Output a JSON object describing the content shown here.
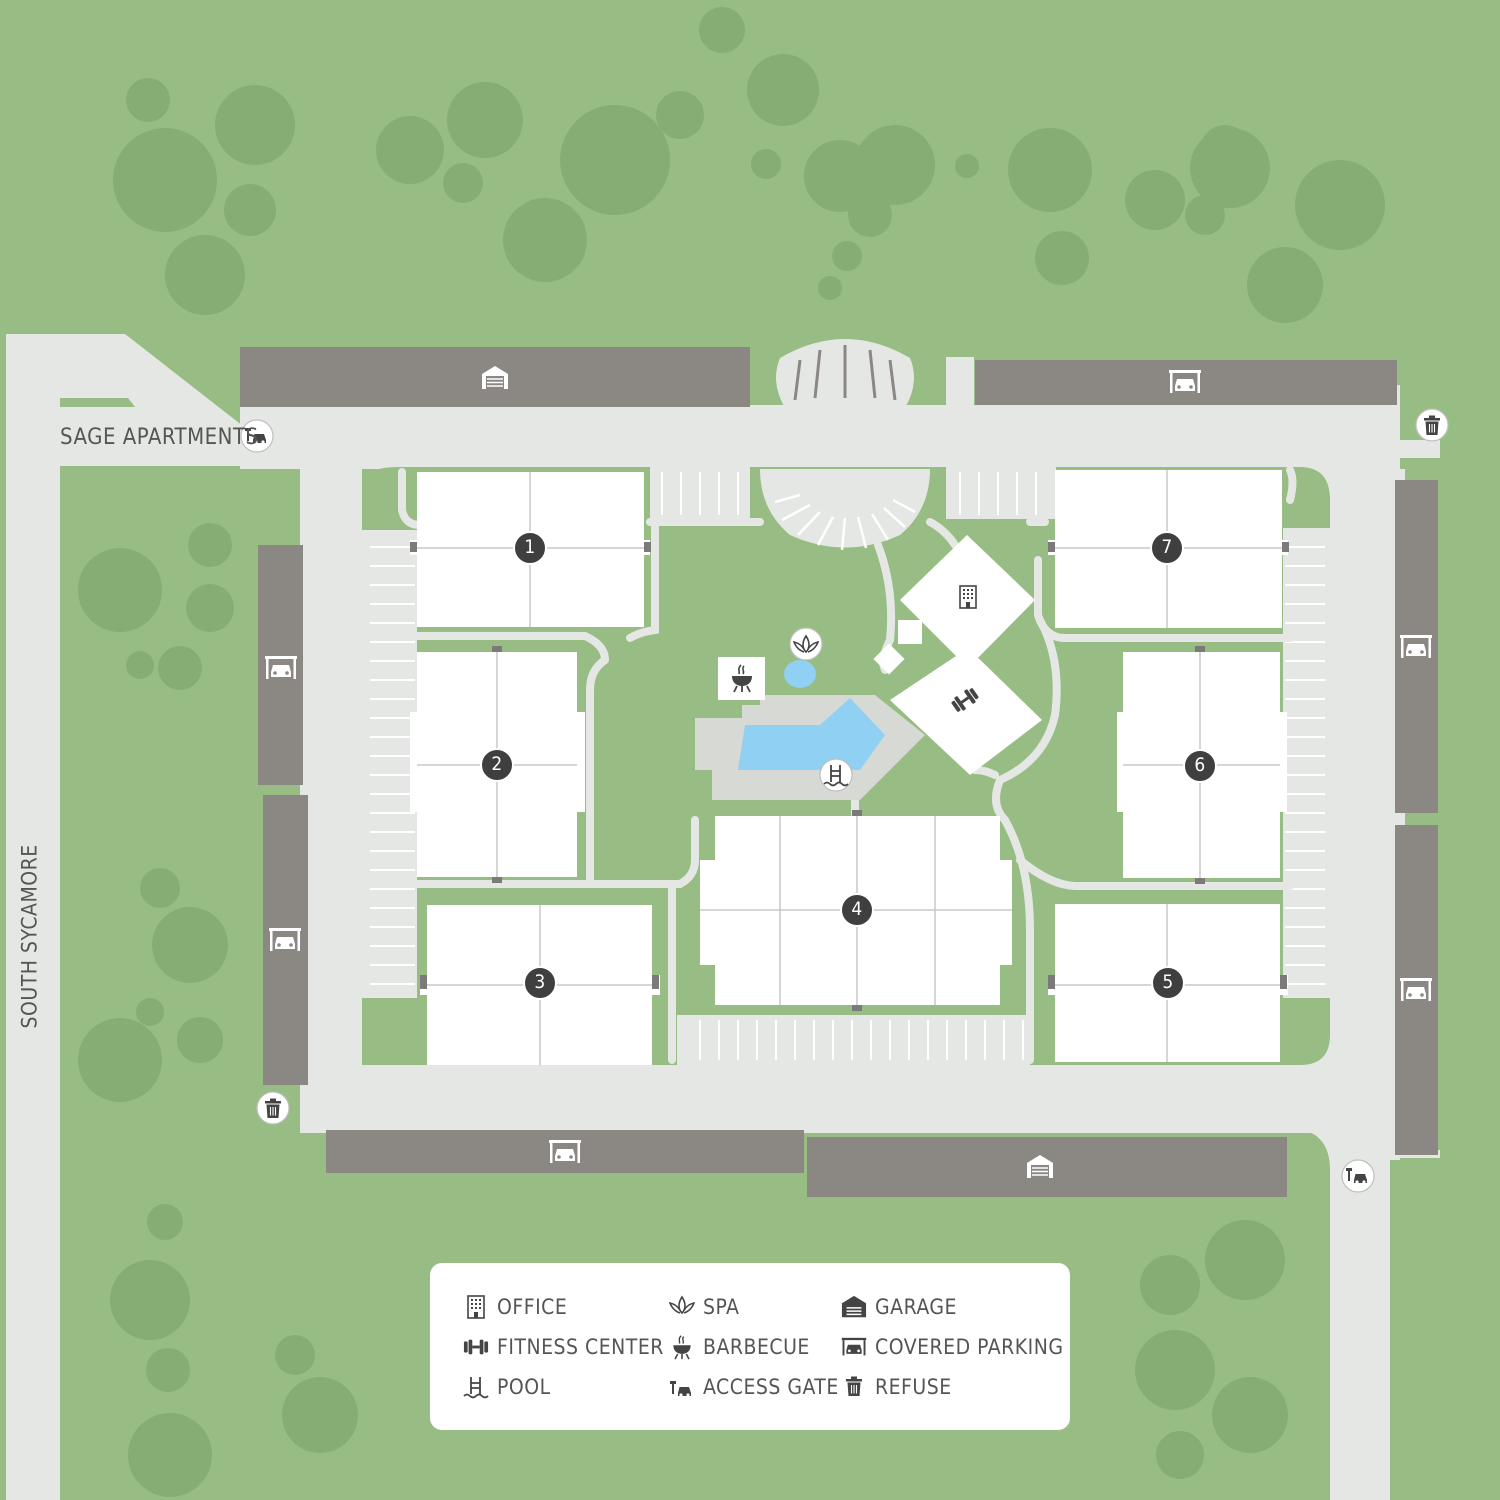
{
  "map": {
    "labels": {
      "property_name": "SAGE APARTMENTS",
      "street": "SOUTH SYCAMORE"
    },
    "buildings": [
      "1",
      "2",
      "3",
      "4",
      "5",
      "6",
      "7"
    ],
    "colors": {
      "grass": "#98bd84",
      "trees": "#86ad73",
      "roads": "#e5e7e4",
      "buildings": "#ffffff",
      "structures": "#8b8884",
      "pool": "#8fd0f3",
      "markers": "#3f3f3f"
    }
  },
  "legend": {
    "items": [
      {
        "icon": "office-icon",
        "label": "OFFICE"
      },
      {
        "icon": "fitness-center-icon",
        "label": "FITNESS CENTER"
      },
      {
        "icon": "pool-icon",
        "label": "POOL"
      },
      {
        "icon": "spa-icon",
        "label": "SPA"
      },
      {
        "icon": "barbecue-icon",
        "label": "BARBECUE"
      },
      {
        "icon": "access-gate-icon",
        "label": "ACCESS GATE"
      },
      {
        "icon": "garage-icon",
        "label": "GARAGE"
      },
      {
        "icon": "covered-parking-icon",
        "label": "COVERED PARKING"
      },
      {
        "icon": "refuse-icon",
        "label": "REFUSE"
      }
    ]
  }
}
